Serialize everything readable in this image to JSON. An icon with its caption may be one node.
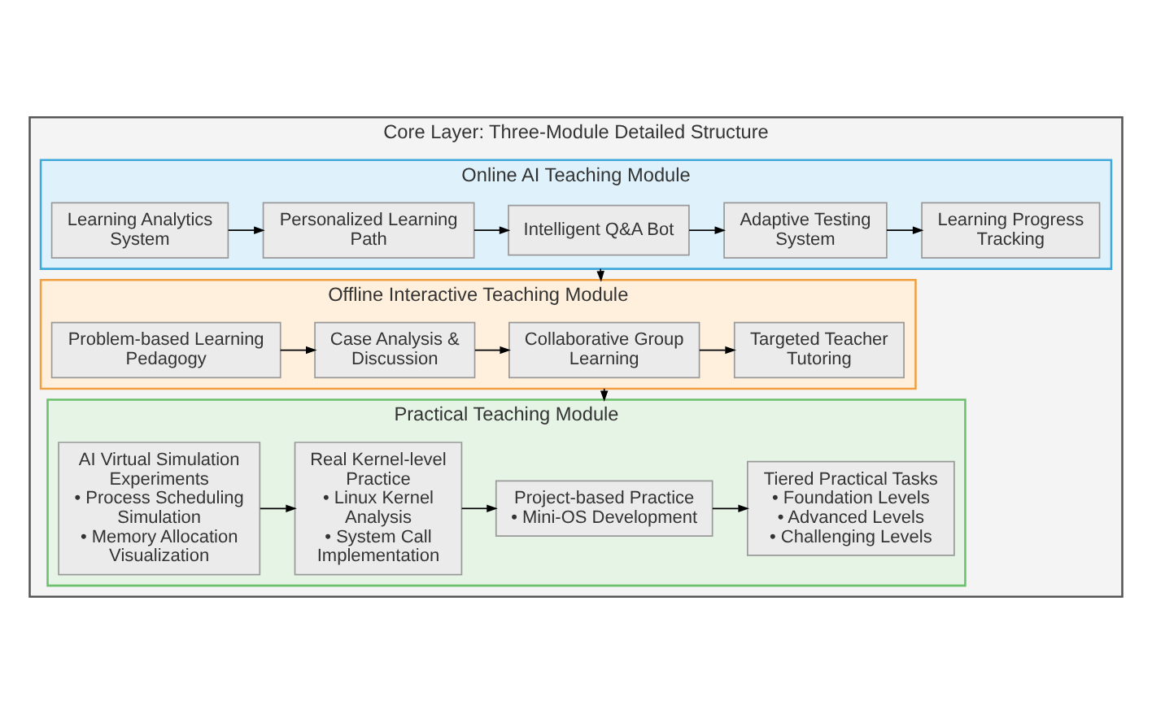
{
  "diagram": {
    "nodes": [
      {
        "text": [
          "Core Layer: Three-Module Detailed Structure"
        ]
      },
      {
        "text": [
          "Online AI Teaching Module"
        ],
        "in": 0
      },
      {
        "text": [
          "Learning Analytics System"
        ],
        "in": 1
      },
      {
        "text": [
          "Personalized Learning Path"
        ],
        "in": 1
      },
      {
        "text": [
          "Intelligent Q&A Bot"
        ],
        "in": 1
      },
      {
        "text": [
          "Adaptive Testing System"
        ],
        "in": 1
      },
      {
        "text": [
          "Learning Progress Tracking"
        ],
        "in": 1
      },
      {
        "text": [
          "Offline Interactive Teaching Module"
        ],
        "in": 0
      },
      {
        "text": [
          "Problem-based Learning Pedagogy"
        ],
        "in": 7
      },
      {
        "text": [
          "Case Analysis & Discussion"
        ],
        "in": 7
      },
      {
        "text": [
          "Collaborative Group Learning"
        ],
        "in": 7
      },
      {
        "text": [
          "Targeted Teacher Tutoring"
        ],
        "in": 7
      },
      {
        "text": [
          "Practical Teaching Module"
        ],
        "in": 0
      },
      {
        "text": [
          "AI Virtual Simulation Experiments",
          "• Process Scheduling Simulation",
          "• Memory Allocation Visualization"
        ],
        "in": 12
      },
      {
        "text": [
          "Real Kernel-level Practice",
          "• Linux Kernel Analysis",
          "• System Call Implementation"
        ],
        "in": 12
      },
      {
        "text": [
          "Project-based Practice",
          "• Mini-OS Development"
        ],
        "in": 12
      },
      {
        "text": [
          "Tiered Practical Tasks",
          "• Foundation Levels",
          "• Advanced Levels",
          "• Challenging Levels"
        ],
        "in": 12
      }
    ],
    "edges": [
      {
        "from": 2,
        "to": 3,
        "arrow": "to"
      },
      {
        "from": 3,
        "to": 4,
        "arrow": "to"
      },
      {
        "from": 4,
        "to": 5,
        "arrow": "to"
      },
      {
        "from": 5,
        "to": 6,
        "arrow": "to"
      },
      {
        "from": 1,
        "to": 7,
        "arrow": "to"
      },
      {
        "from": 8,
        "to": 9,
        "arrow": "to"
      },
      {
        "from": 9,
        "to": 10,
        "arrow": "to"
      },
      {
        "from": 10,
        "to": 11,
        "arrow": "to"
      },
      {
        "from": 7,
        "to": 12,
        "arrow": "to"
      },
      {
        "from": 13,
        "to": 14,
        "arrow": "to"
      },
      {
        "from": 14,
        "to": 15,
        "arrow": "to"
      },
      {
        "from": 15,
        "to": 16,
        "arrow": "to"
      }
    ]
  }
}
